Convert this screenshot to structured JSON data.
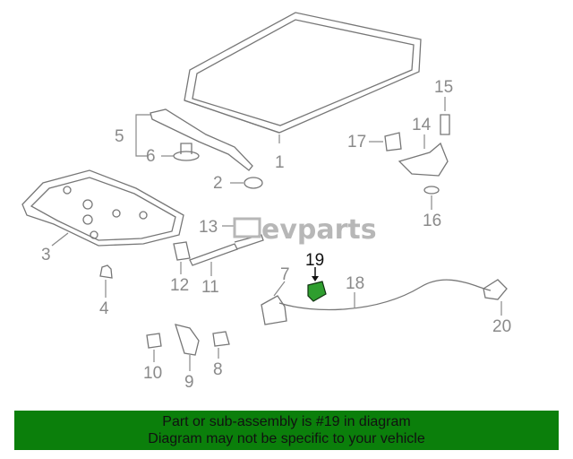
{
  "watermark": "evparts",
  "highlight_color": "#2f9e2f",
  "banner_color": "#0b7f0b",
  "callouts": [
    "1",
    "2",
    "3",
    "4",
    "5",
    "6",
    "7",
    "8",
    "9",
    "10",
    "11",
    "12",
    "13",
    "14",
    "15",
    "16",
    "17",
    "18",
    "19",
    "20"
  ],
  "highlighted_part": "19",
  "banner": {
    "line1": "Part or sub-assembly is #19 in diagram",
    "line2": "Diagram may not be specific to your vehicle"
  }
}
